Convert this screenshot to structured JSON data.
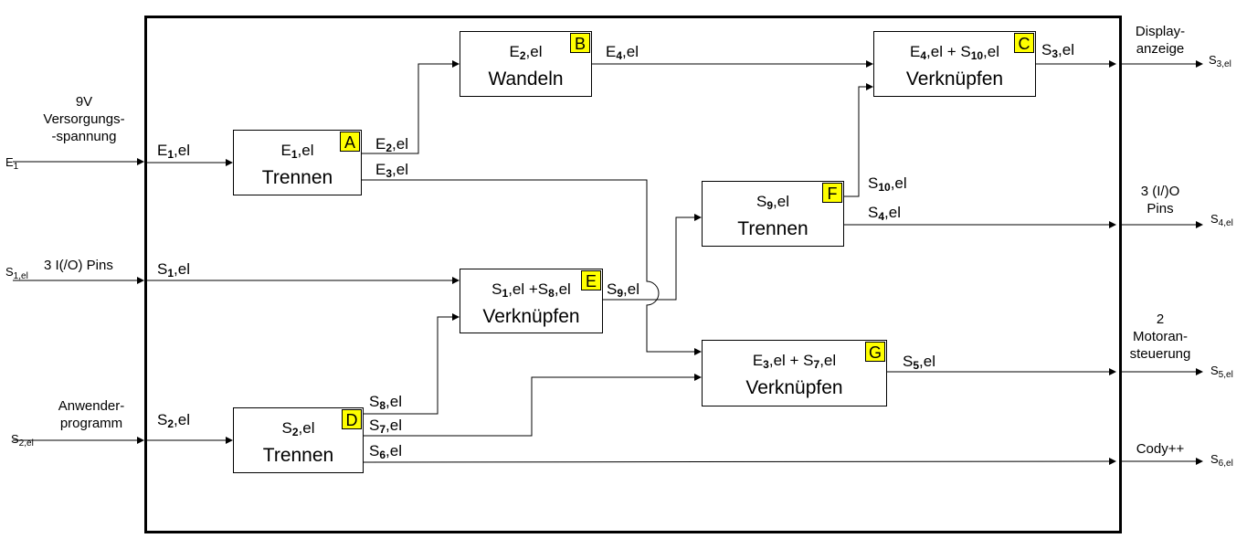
{
  "inputs": {
    "e1": {
      "name": "E",
      "sub": "1",
      "desc": "9V\nVersorgungs-\n-spannung",
      "signal": "E",
      "signal_sub": "1",
      "signal_suffix": ",el"
    },
    "s1": {
      "name": "S",
      "sub": "1,el",
      "desc": "3 I(/O) Pins",
      "signal": "S",
      "signal_sub": "1",
      "signal_suffix": ",el"
    },
    "s2": {
      "name": "S",
      "sub": "2,el",
      "desc": "Anwender-\nprogramm",
      "signal": "S",
      "signal_sub": "2",
      "signal_suffix": ",el"
    }
  },
  "blocks": {
    "A": {
      "badge": "A",
      "title_main": "E",
      "title_sub": "1",
      "title_suffix": ",el",
      "action": "Trennen"
    },
    "B": {
      "badge": "B",
      "title_main": "E",
      "title_sub": "2",
      "title_suffix": ",el",
      "action": "Wandeln"
    },
    "C": {
      "badge": "C",
      "title_a": "E",
      "title_a_sub": "4",
      "title_a_suffix": ",el + S",
      "title_b_sub": "10",
      "title_b_suffix": ",el",
      "action": "Verknüpfen"
    },
    "D": {
      "badge": "D",
      "title_main": "S",
      "title_sub": "2",
      "title_suffix": ",el",
      "action": "Trennen"
    },
    "E": {
      "badge": "E",
      "title_a": "S",
      "title_a_sub": "1",
      "title_a_suffix": ",el +S",
      "title_b_sub": "8",
      "title_b_suffix": ",el",
      "action": "Verknüpfen"
    },
    "F": {
      "badge": "F",
      "title_main": "S",
      "title_sub": "9",
      "title_suffix": ",el",
      "action": "Trennen"
    },
    "G": {
      "badge": "G",
      "title_a": "E",
      "title_a_sub": "3",
      "title_a_suffix": ",el + S",
      "title_b_sub": "7",
      "title_b_suffix": ",el",
      "action": "Verknüpfen"
    }
  },
  "signals": {
    "e2": {
      "main": "E",
      "sub": "2",
      "suffix": ",el"
    },
    "e3": {
      "main": "E",
      "sub": "3",
      "suffix": ",el"
    },
    "e4": {
      "main": "E",
      "sub": "4",
      "suffix": ",el"
    },
    "s3": {
      "main": "S",
      "sub": "3",
      "suffix": ",el"
    },
    "s4": {
      "main": "S",
      "sub": "4",
      "suffix": ",el"
    },
    "s5": {
      "main": "S",
      "sub": "5",
      "suffix": ",el"
    },
    "s6": {
      "main": "S",
      "sub": "6",
      "suffix": ",el"
    },
    "s7": {
      "main": "S",
      "sub": "7",
      "suffix": ",el"
    },
    "s8": {
      "main": "S",
      "sub": "8",
      "suffix": ",el"
    },
    "s9": {
      "main": "S",
      "sub": "9",
      "suffix": ",el"
    },
    "s10": {
      "main": "S",
      "sub": "10",
      "suffix": ",el"
    }
  },
  "outputs": {
    "s3": {
      "name": "S",
      "sub": "3,el",
      "desc": "Display-\nanzeige"
    },
    "s4": {
      "name": "S",
      "sub": "4,el",
      "desc": "3 (I/)O\nPins"
    },
    "s5": {
      "name": "S",
      "sub": "5,el",
      "desc": "2\nMotoran-\nsteuerung"
    },
    "s6": {
      "name": "S",
      "sub": "6,el",
      "desc": "Cody++"
    }
  },
  "colors": {
    "badge": "#ffff00",
    "line": "#000000"
  }
}
